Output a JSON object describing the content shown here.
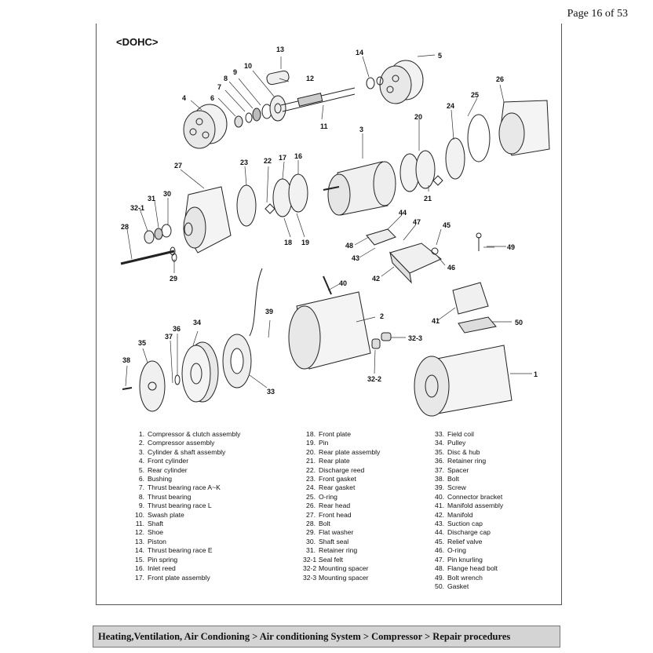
{
  "page_label": "Page 16 of 53",
  "diagram_title": "<DOHC>",
  "callouts": [
    "1",
    "2",
    "3",
    "4",
    "5",
    "6",
    "7",
    "8",
    "9",
    "10",
    "11",
    "12",
    "13",
    "14",
    "20",
    "21",
    "23",
    "22",
    "17",
    "16",
    "24",
    "25",
    "26",
    "27",
    "31",
    "30",
    "32-1",
    "28",
    "29",
    "18",
    "19",
    "44",
    "47",
    "45",
    "48",
    "43",
    "46",
    "49",
    "42",
    "40",
    "39",
    "36",
    "34",
    "37",
    "35",
    "38",
    "33",
    "41",
    "50",
    "32-3",
    "32-2"
  ],
  "legend": {
    "col1": [
      {
        "num": "1.",
        "text": "Compressor & clutch assembly"
      },
      {
        "num": "2.",
        "text": "Compressor assembly"
      },
      {
        "num": "3.",
        "text": "Cylinder & shaft assembly"
      },
      {
        "num": "4.",
        "text": "Front cylinder"
      },
      {
        "num": "5.",
        "text": "Rear cylinder"
      },
      {
        "num": "6.",
        "text": "Bushing"
      },
      {
        "num": "7.",
        "text": "Thrust bearing race A~K"
      },
      {
        "num": "8.",
        "text": "Thrust bearing"
      },
      {
        "num": "9.",
        "text": "Thrust bearing race L"
      },
      {
        "num": "10.",
        "text": "Swash plate"
      },
      {
        "num": "11.",
        "text": "Shaft"
      },
      {
        "num": "12.",
        "text": "Shoe"
      },
      {
        "num": "13.",
        "text": "Piston"
      },
      {
        "num": "14.",
        "text": "Thrust bearing race E"
      },
      {
        "num": "15.",
        "text": "Pin spring"
      },
      {
        "num": "16.",
        "text": "Inlet reed"
      },
      {
        "num": "17.",
        "text": "Front plate assembly"
      }
    ],
    "col2": [
      {
        "num": "18.",
        "text": "Front plate"
      },
      {
        "num": "19.",
        "text": "Pin"
      },
      {
        "num": "20.",
        "text": "Rear plate assembly"
      },
      {
        "num": "21.",
        "text": "Rear plate"
      },
      {
        "num": "22.",
        "text": "Discharge reed"
      },
      {
        "num": "23.",
        "text": "Front gasket"
      },
      {
        "num": "24.",
        "text": "Rear gasket"
      },
      {
        "num": "25.",
        "text": "O-ring"
      },
      {
        "num": "26.",
        "text": "Rear head"
      },
      {
        "num": "27.",
        "text": "Front head"
      },
      {
        "num": "28.",
        "text": "Bolt"
      },
      {
        "num": "29.",
        "text": "Flat washer"
      },
      {
        "num": "30.",
        "text": "Shaft seal"
      },
      {
        "num": "31.",
        "text": "Retainer ring"
      },
      {
        "num": "32-1 .",
        "text": "Seal felt"
      },
      {
        "num": "32-2 .",
        "text": "Mounting spacer"
      },
      {
        "num": "32-3 .",
        "text": "Mounting spacer"
      }
    ],
    "col3": [
      {
        "num": "33.",
        "text": "Field coil"
      },
      {
        "num": "34.",
        "text": "Pulley"
      },
      {
        "num": "35.",
        "text": "Disc & hub"
      },
      {
        "num": "36.",
        "text": "Retainer ring"
      },
      {
        "num": "37.",
        "text": "Spacer"
      },
      {
        "num": "38.",
        "text": "Bolt"
      },
      {
        "num": "39.",
        "text": "Screw"
      },
      {
        "num": "40.",
        "text": "Connector bracket"
      },
      {
        "num": "41.",
        "text": "Manifold assembly"
      },
      {
        "num": "42.",
        "text": "Manifold"
      },
      {
        "num": "43.",
        "text": "Suction cap"
      },
      {
        "num": "44.",
        "text": "Discharge cap"
      },
      {
        "num": "45.",
        "text": "Relief valve"
      },
      {
        "num": "46.",
        "text": "O-ring"
      },
      {
        "num": "47.",
        "text": "Pin knurling"
      },
      {
        "num": "48.",
        "text": "Flange head bolt"
      },
      {
        "num": "49.",
        "text": "Bolt wrench"
      },
      {
        "num": "50.",
        "text": "Gasket"
      }
    ]
  },
  "footer_breadcrumb": "Heating,Ventilation, Air Condioning > Air conditioning System > Compressor > Repair procedures"
}
